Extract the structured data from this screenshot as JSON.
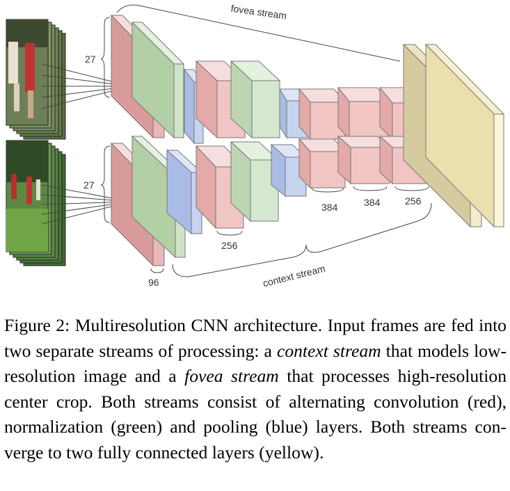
{
  "diagram": {
    "fovea_label": "fovea stream",
    "context_label": "context stream",
    "input_size_fovea": "27",
    "input_size_context": "27",
    "dim_96": "96",
    "dim_256_context": "256",
    "dim_384_a": "384",
    "dim_384_b": "384",
    "dim_256_fc": "256",
    "colors": {
      "convolution": "#f2c5c5",
      "normalization": "#d5e8cf",
      "pooling": "#c6d4f0",
      "fully_connected": "#d6cb9f"
    }
  },
  "caption": {
    "label": "Figure 2:",
    "t1": " Multiresolution CNN architecture. Input frames are fed into two separate streams of processing: a ",
    "em1": "context stream",
    "t2": " that models low-resolution image and a ",
    "em2": "fovea stream",
    "t3": " that processes high-resolution center crop. Both streams consist of alternating convolution (red), normaliza­tion (green) and pooling (blue) layers. Both streams con­verge to two fully connected layers (yellow)."
  }
}
